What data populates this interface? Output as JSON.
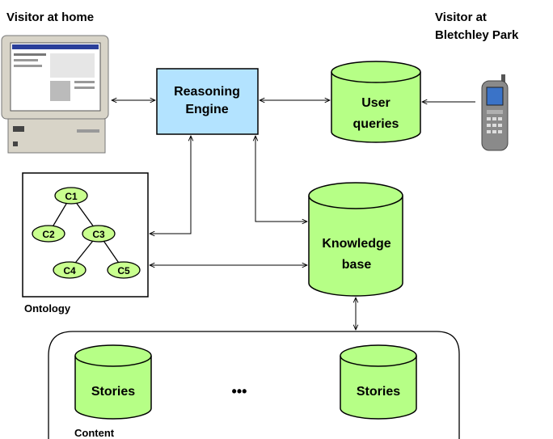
{
  "labels": {
    "visitor_home": "Visitor at home",
    "visitor_park_line1": "Visitor at",
    "visitor_park_line2": "Bletchley Park",
    "reasoning_line1": "Reasoning",
    "reasoning_line2": "Engine",
    "user_queries_line1": "User",
    "user_queries_line2": "queries",
    "knowledge_line1": "Knowledge",
    "knowledge_line2": "base",
    "ontology": "Ontology",
    "content": "Content",
    "stories_left": "Stories",
    "stories_right": "Stories",
    "ellipsis": "•••"
  },
  "ontology_nodes": [
    "C1",
    "C2",
    "C3",
    "C4",
    "C5"
  ],
  "colors": {
    "engine_fill": "#b3e3ff",
    "cylinder_fill": "#b6ff86",
    "node_fill": "#c9ff8f",
    "stroke": "#000000"
  }
}
